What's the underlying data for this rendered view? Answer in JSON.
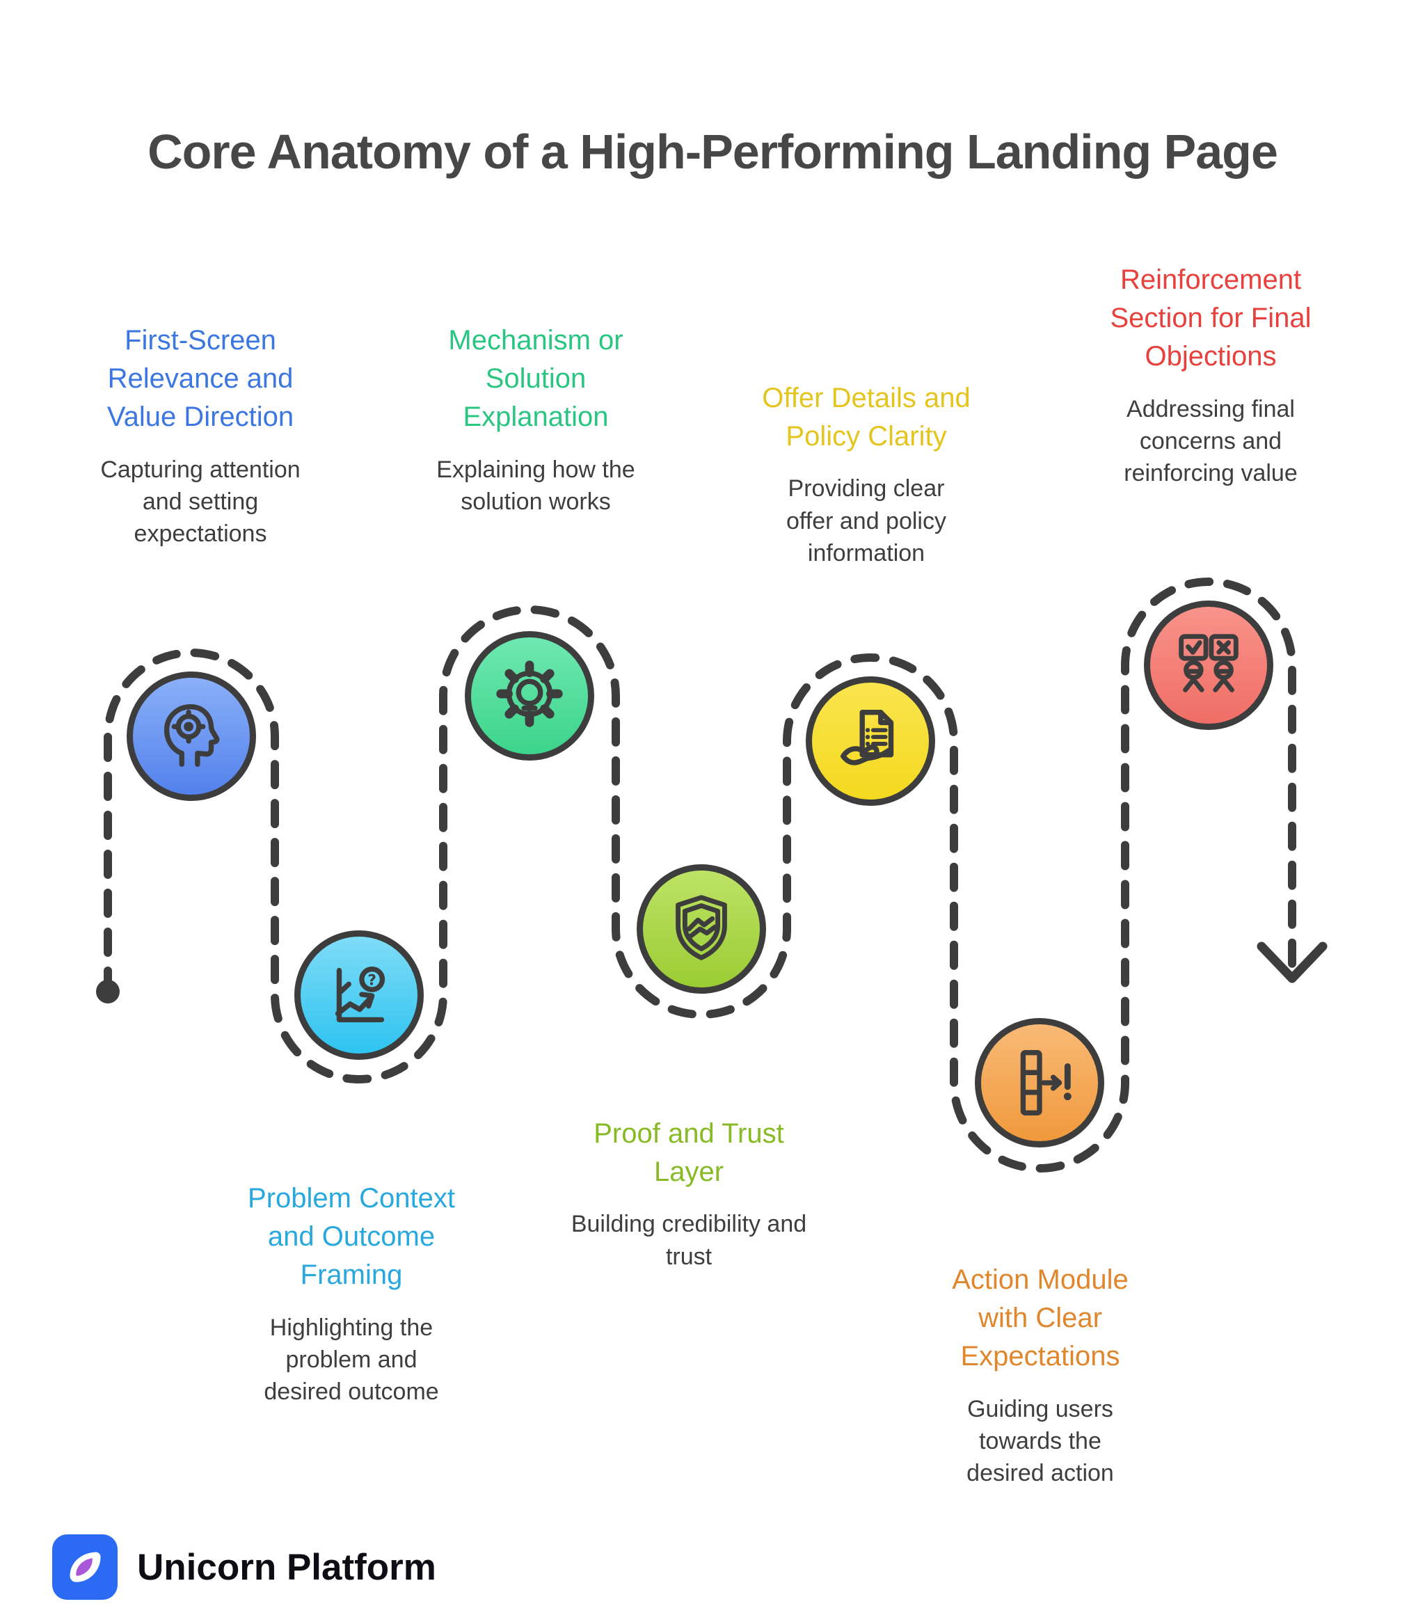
{
  "title": "Core Anatomy of a High-Performing Landing Page",
  "path": {
    "stroke": "#3d3d3d",
    "start_marker": "dot",
    "end_marker": "down-arrow"
  },
  "steps": [
    {
      "heading": "First-Screen Relevance and Value Direction",
      "description": "Capturing attention and setting expectations",
      "accent": "#3b76e1",
      "circle_top": "#8ab0f8",
      "circle_bottom": "#5381ec",
      "icon": "head-target"
    },
    {
      "heading": "Problem Context and Outcome Framing",
      "description": "Highlighting the problem and desired outcome",
      "accent": "#29a8dd",
      "circle_top": "#7fdcf7",
      "circle_bottom": "#2ec3f0",
      "icon": "chart-question",
      "icon_glyph": "?"
    },
    {
      "heading": "Mechanism or Solution Explanation",
      "description": "Explaining how the solution works",
      "accent": "#2bc582",
      "circle_top": "#6fe8b1",
      "circle_bottom": "#3cd48b",
      "icon": "gear-lightbulb"
    },
    {
      "heading": "Proof and Trust Layer",
      "description": "Building credibility and trust",
      "accent": "#87ba25",
      "circle_top": "#bee366",
      "circle_bottom": "#9acc33",
      "icon": "shield-handshake"
    },
    {
      "heading": "Offer Details and Policy Clarity",
      "description": "Providing clear offer and policy information",
      "accent": "#e4c41f",
      "circle_top": "#fae44e",
      "circle_bottom": "#f4d91f",
      "icon": "document-hand"
    },
    {
      "heading": "Action Module with Clear Expectations",
      "description": "Guiding users towards the desired action",
      "accent": "#e0872e",
      "circle_top": "#f9ba76",
      "circle_bottom": "#f0993c",
      "icon": "module-arrow-alert"
    },
    {
      "heading": "Reinforcement Section for Final Objections",
      "description": "Addressing final concerns and reinforcing value",
      "accent": "#e6413c",
      "circle_top": "#f9938b",
      "circle_bottom": "#ef6e66",
      "icon": "people-check-cross"
    }
  ],
  "footer": {
    "brand": "Unicorn Platform",
    "logo_bg": "#2b6af3",
    "logo_drop": "#a957d8"
  }
}
